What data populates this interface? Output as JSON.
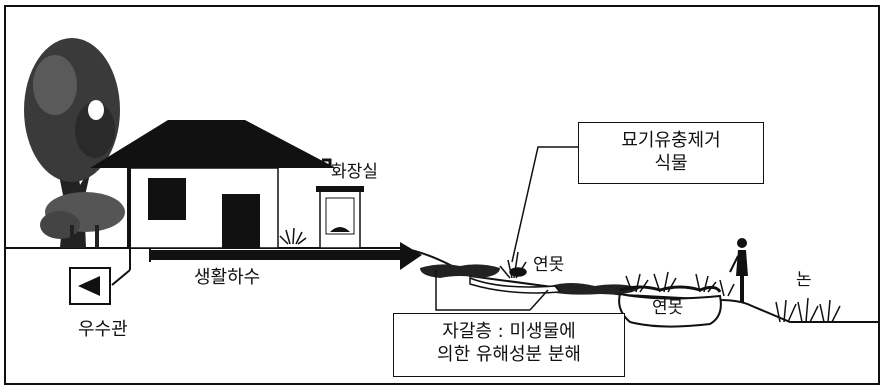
{
  "diagram": {
    "labels": {
      "toilet": "화장실",
      "sewage": "생활하수",
      "storm_pipe": "우수관",
      "lotus_pond_1": "연못",
      "lotus_pond_2": "연못",
      "rice_paddy": "논"
    },
    "callouts": {
      "plant_box": {
        "line1": "묘기유충제거",
        "line2": "식물"
      },
      "gravel_box": {
        "line1": "자갈층 : 미생물에",
        "line2": "의한 유해성분 분해"
      }
    }
  }
}
